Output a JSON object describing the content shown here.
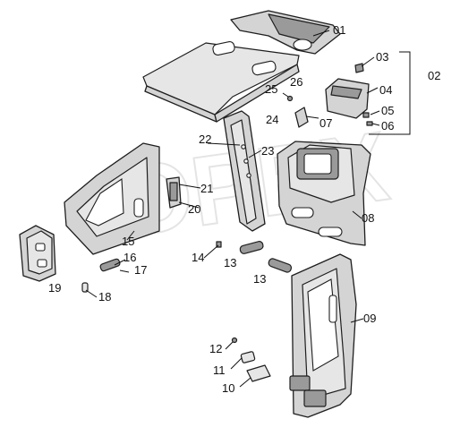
{
  "parts": [
    {
      "id": "01",
      "label": "01"
    },
    {
      "id": "02",
      "label": "02"
    },
    {
      "id": "03",
      "label": "03"
    },
    {
      "id": "04",
      "label": "04"
    },
    {
      "id": "05",
      "label": "05"
    },
    {
      "id": "06",
      "label": "06"
    },
    {
      "id": "07",
      "label": "07"
    },
    {
      "id": "08",
      "label": "08"
    },
    {
      "id": "09",
      "label": "09"
    },
    {
      "id": "10",
      "label": "10"
    },
    {
      "id": "11",
      "label": "11"
    },
    {
      "id": "12",
      "label": "12"
    },
    {
      "id": "13a",
      "label": "13"
    },
    {
      "id": "13b",
      "label": "13"
    },
    {
      "id": "14",
      "label": "14"
    },
    {
      "id": "15",
      "label": "15"
    },
    {
      "id": "16",
      "label": "16"
    },
    {
      "id": "17",
      "label": "17"
    },
    {
      "id": "18",
      "label": "18"
    },
    {
      "id": "19",
      "label": "19"
    },
    {
      "id": "20",
      "label": "20"
    },
    {
      "id": "21",
      "label": "21"
    },
    {
      "id": "22",
      "label": "22"
    },
    {
      "id": "23",
      "label": "23"
    },
    {
      "id": "24",
      "label": "24"
    },
    {
      "id": "25",
      "label": "25"
    },
    {
      "id": "26",
      "label": "26"
    }
  ],
  "watermark": {
    "text": "OPEX",
    "style": "faint outline lettering"
  }
}
